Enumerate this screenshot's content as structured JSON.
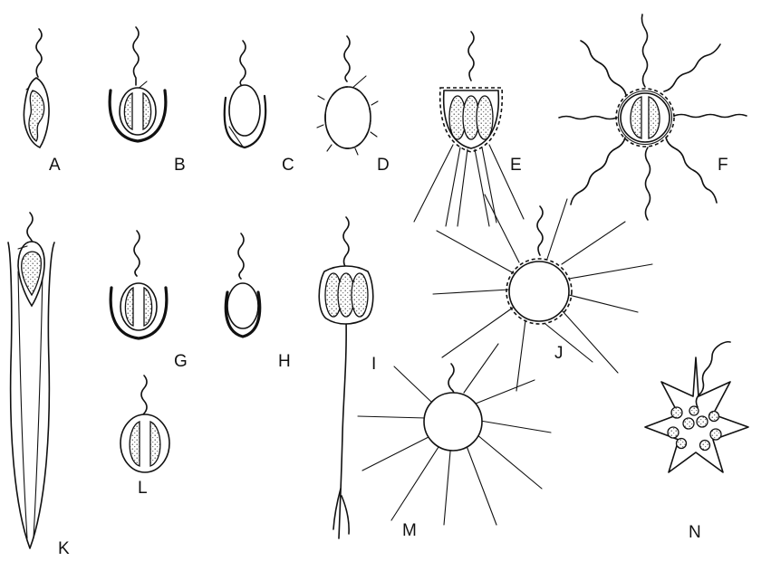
{
  "figure": {
    "panels": [
      {
        "key": "A",
        "label": "A"
      },
      {
        "key": "B",
        "label": "B"
      },
      {
        "key": "C",
        "label": "C"
      },
      {
        "key": "D",
        "label": "D"
      },
      {
        "key": "E",
        "label": "E"
      },
      {
        "key": "F",
        "label": "F"
      },
      {
        "key": "G",
        "label": "G"
      },
      {
        "key": "H",
        "label": "H"
      },
      {
        "key": "I",
        "label": "I"
      },
      {
        "key": "J",
        "label": "J"
      },
      {
        "key": "K",
        "label": "K"
      },
      {
        "key": "L",
        "label": "L"
      },
      {
        "key": "M",
        "label": "M"
      },
      {
        "key": "N",
        "label": "N"
      }
    ]
  }
}
